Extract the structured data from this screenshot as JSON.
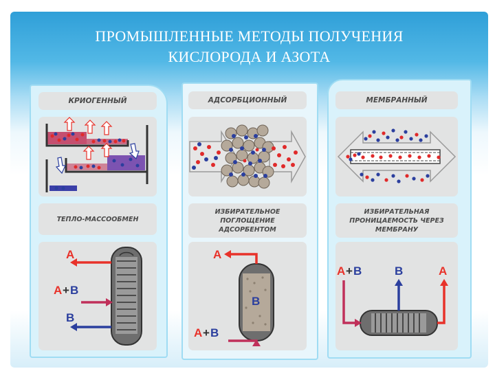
{
  "slide": {
    "title_line1": "ПРОМЫШЛЕННЫЕ МЕТОДЫ ПОЛУЧЕНИЯ",
    "title_line2": "КИСЛОРОДА И АЗОТА"
  },
  "methods": [
    {
      "id": "cryogenic",
      "name": "КРИОГЕННЫЙ",
      "principle": "ТЕПЛО-МАССООБМЕН",
      "labels": {
        "out_top": "A",
        "feed_a": "A",
        "feed_plus": "+",
        "feed_b": "B",
        "out_bottom": "B"
      }
    },
    {
      "id": "adsorption",
      "name": "АДСОРБЦИОННЫЙ",
      "principle_lines": [
        "ИЗБИРАТЕЛЬНОЕ",
        "ПОГЛОЩЕНИЕ",
        "АДСОРБЕНТОМ"
      ],
      "labels": {
        "out_top": "A",
        "vessel": "B",
        "feed_a": "A",
        "feed_plus": "+",
        "feed_b": "B"
      }
    },
    {
      "id": "membrane",
      "name": "МЕМБРАННЫЙ",
      "principle_lines": [
        "ИЗБИРАТЕЛЬНАЯ",
        "ПРОНИЦАЕМОСТЬ ЧЕРЕЗ",
        "МЕМБРАНУ"
      ],
      "labels": {
        "feed_a": "A",
        "feed_plus": "+",
        "feed_b": "B",
        "out_b": "B",
        "out_a": "A"
      }
    }
  ],
  "colors": {
    "product_a": "#e8322a",
    "product_b": "#2b3f9e",
    "feed_arrow": "#c0305a",
    "panel_border": "#9fdcf3",
    "card": "#e2e3e3"
  }
}
